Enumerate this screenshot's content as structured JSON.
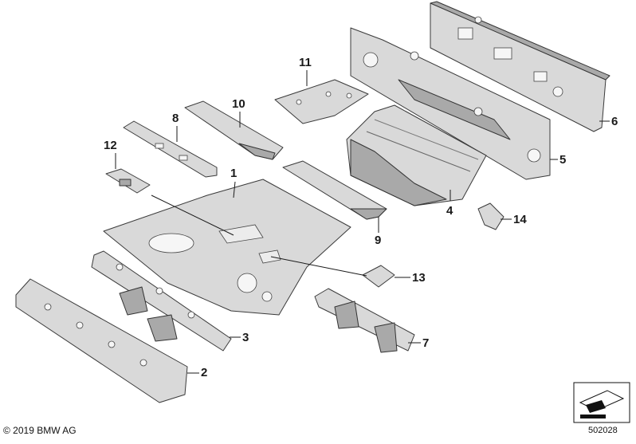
{
  "callouts": [
    {
      "id": "1",
      "label": "1"
    },
    {
      "id": "2",
      "label": "2"
    },
    {
      "id": "3",
      "label": "3"
    },
    {
      "id": "4",
      "label": "4"
    },
    {
      "id": "5",
      "label": "5"
    },
    {
      "id": "6",
      "label": "6"
    },
    {
      "id": "7",
      "label": "7"
    },
    {
      "id": "8",
      "label": "8"
    },
    {
      "id": "9",
      "label": "9"
    },
    {
      "id": "10",
      "label": "10"
    },
    {
      "id": "11",
      "label": "11"
    },
    {
      "id": "12",
      "label": "12"
    },
    {
      "id": "13",
      "label": "13"
    },
    {
      "id": "14",
      "label": "14"
    }
  ],
  "footer": {
    "copyright": "© 2019 BMW AG",
    "reference": "502028"
  },
  "colors": {
    "part_fill": "#d9d9d9",
    "part_shadow": "#a9a9a9",
    "outline": "#3a3a3a"
  }
}
